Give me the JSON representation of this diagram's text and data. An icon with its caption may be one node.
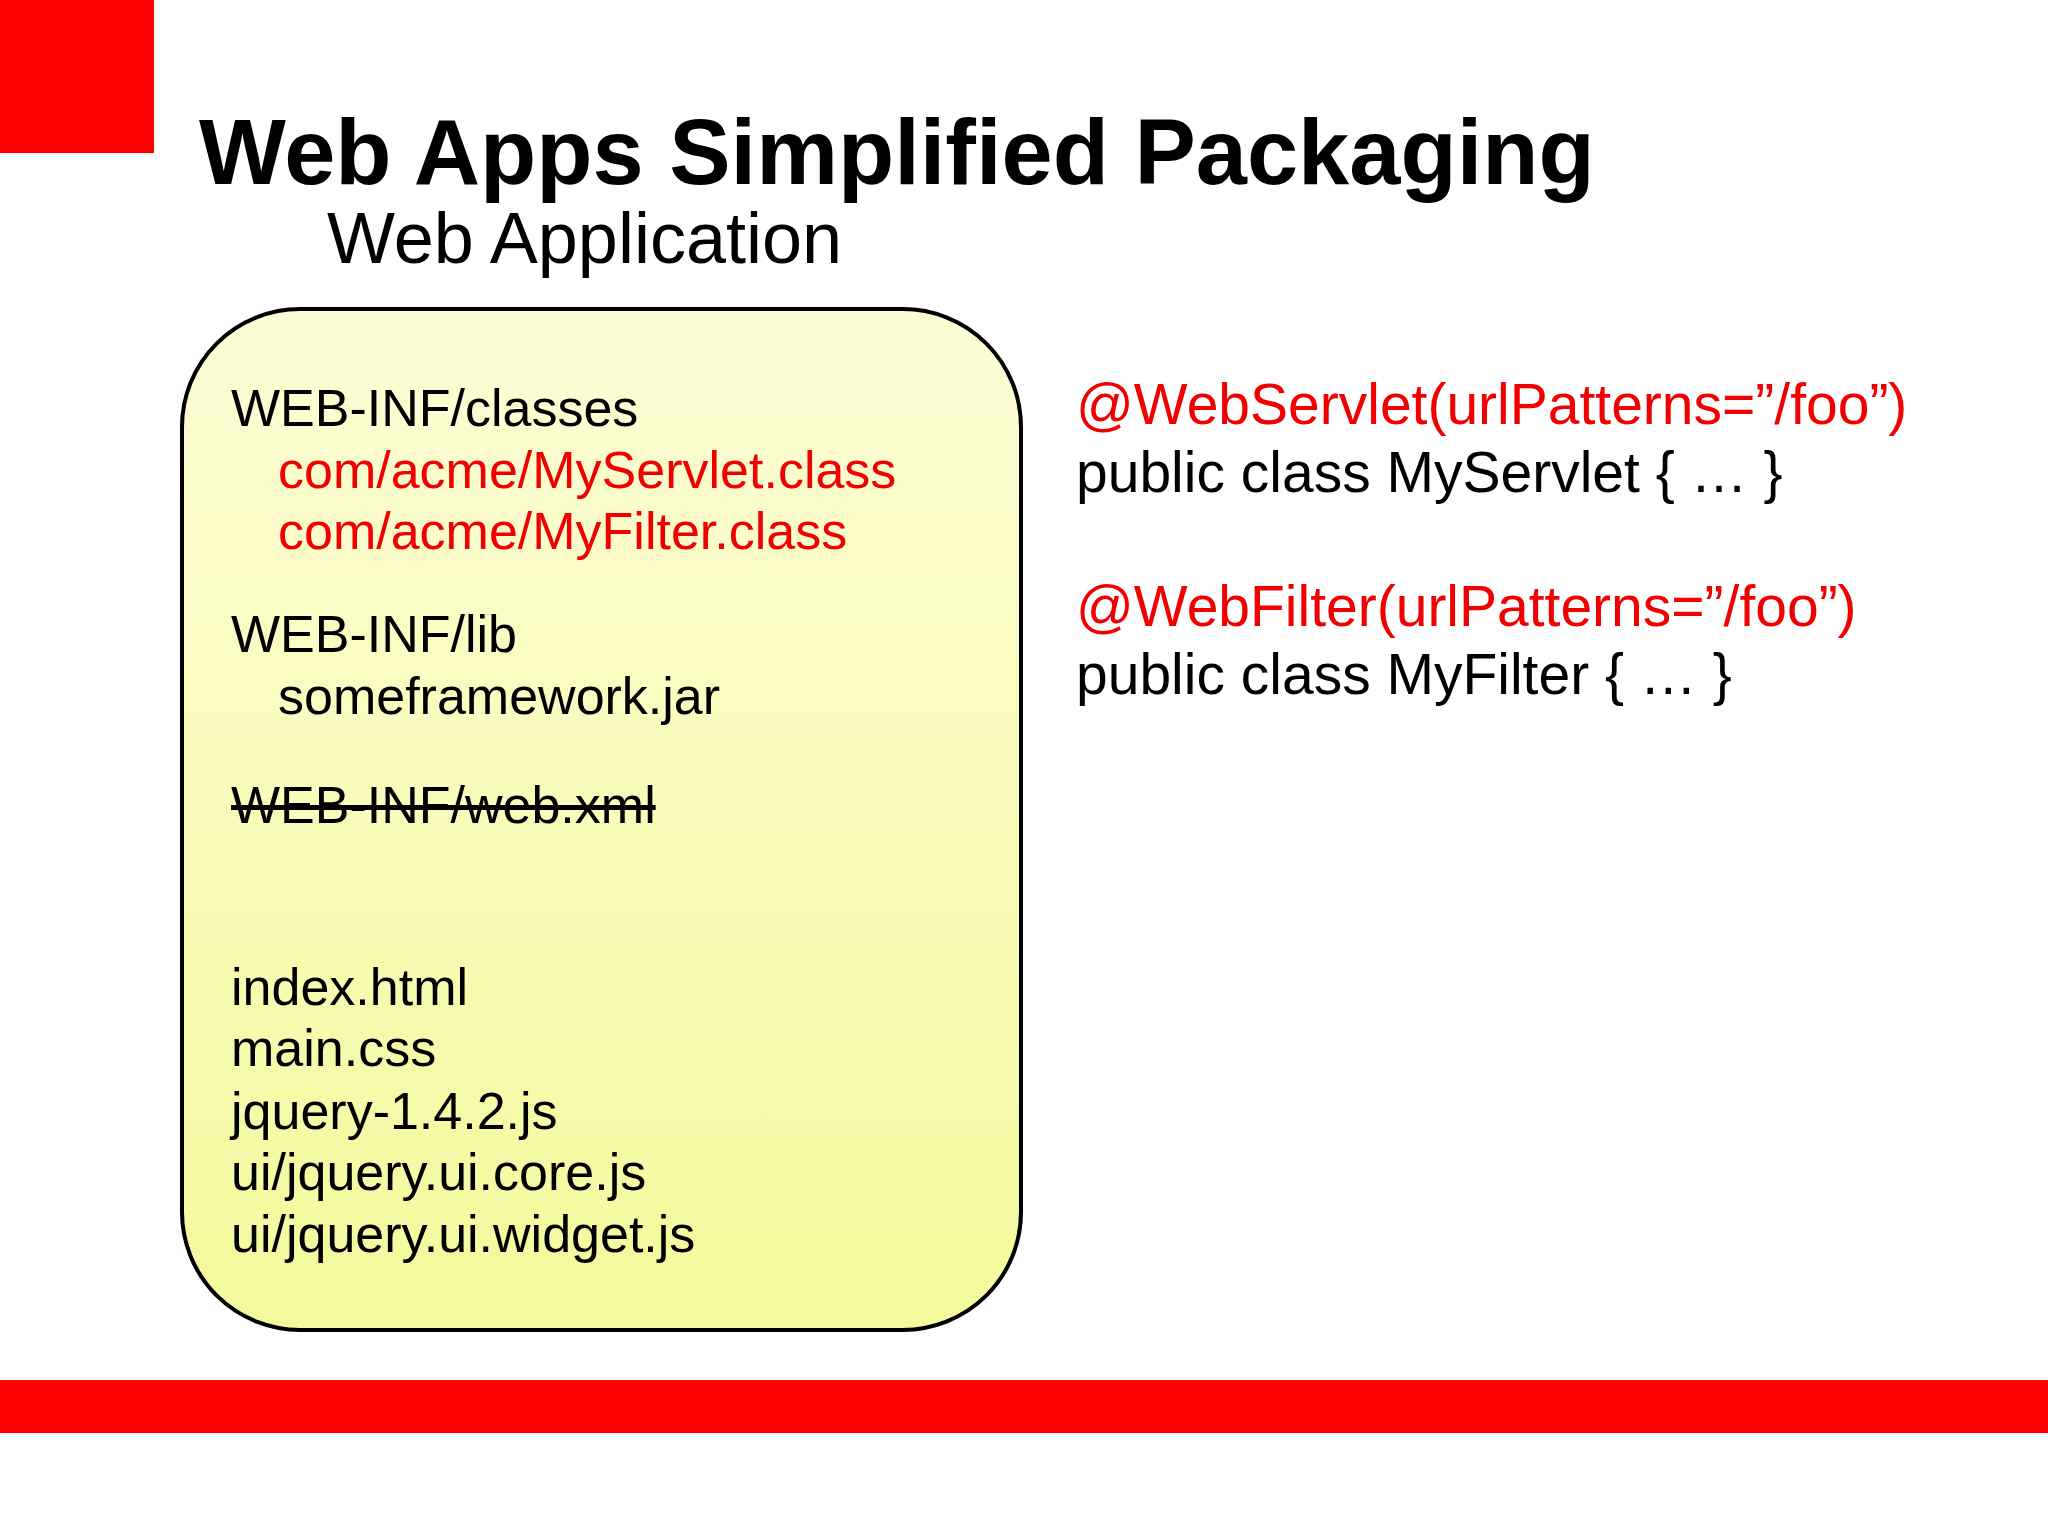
{
  "diagram": {
    "title": "Web Apps Simplified Packaging",
    "nodes": [
      {
        "text": [
          "Web Application",
          "WEB-INF/classes",
          "com/acme/MyServlet.class",
          "com/acme/MyFilter.class",
          "WEB-INF/lib",
          "someframework.jar",
          "WEB-INF/web.xml",
          "index.html",
          "main.css",
          "jquery-1.4.2.js",
          "ui/jquery.ui.core.js",
          "ui/jquery.ui.widget.js"
        ]
      }
    ],
    "labels": [
      "@WebServlet(urlPatterns=”/foo”)",
      "public class MyServlet { … }",
      "@WebFilter(urlPatterns=”/foo”)",
      "public class MyFilter { … }"
    ]
  }
}
